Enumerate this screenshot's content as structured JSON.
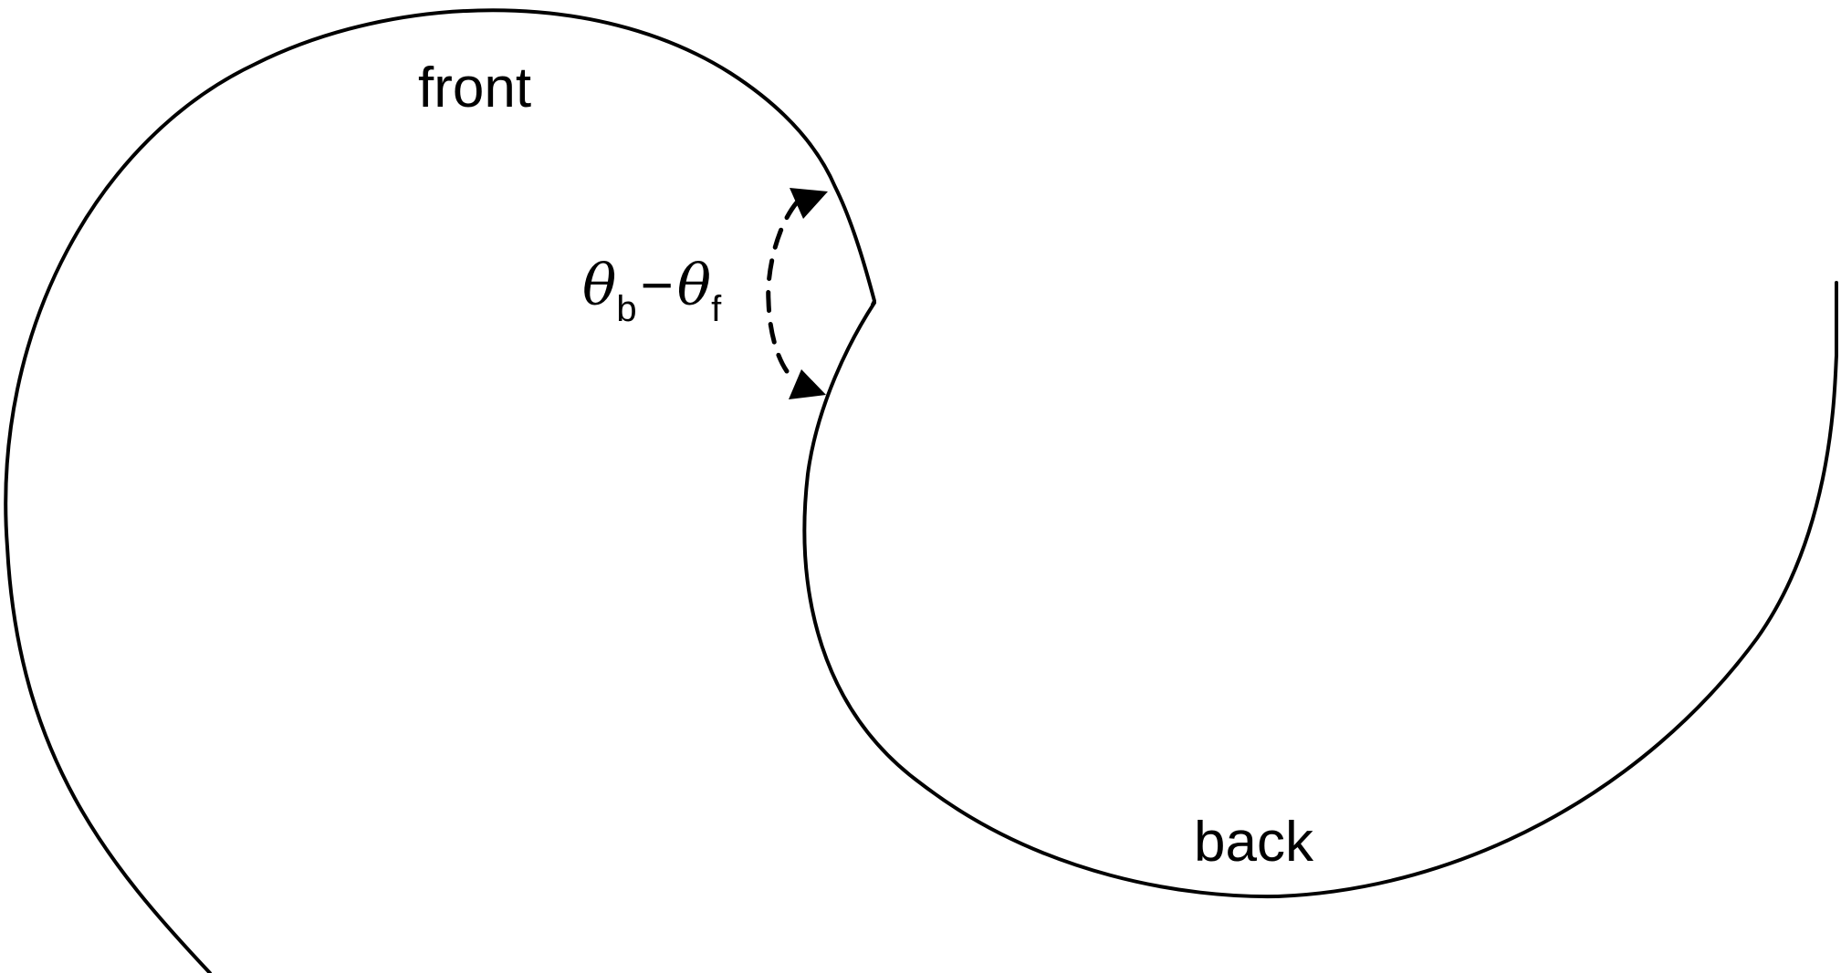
{
  "diagram": {
    "labels": {
      "front": "front",
      "back": "back"
    },
    "angle": {
      "theta": "θ",
      "sub_b": "b",
      "minus": "−",
      "sub_f": "f"
    }
  }
}
